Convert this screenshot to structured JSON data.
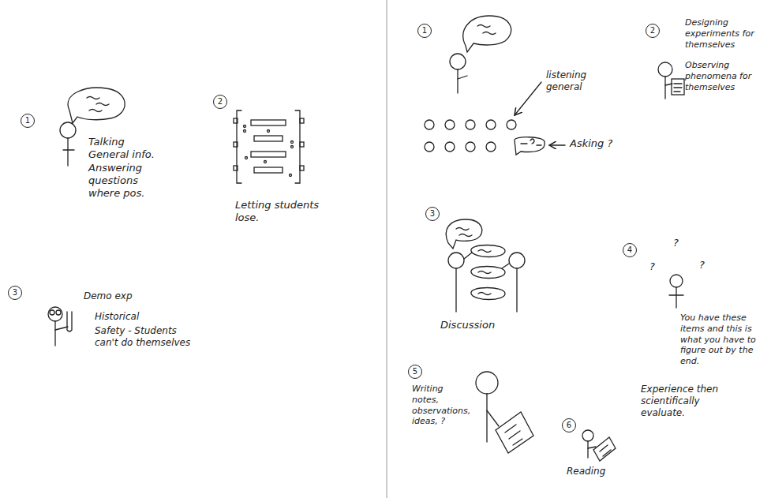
{
  "diagram": {
    "labels": [
      "1",
      "Talking General info. Answering questions where pos.",
      "2",
      "Letting students lose.",
      "3",
      "Demo exp",
      "Historical",
      "Safety - Students can't do themselves",
      "1",
      "listening general",
      "Asking ?",
      "2",
      "Designing experiments for themselves",
      "Observing phenomena for themselves",
      "3",
      "Discussion",
      "4",
      "?",
      "?",
      "?",
      "You have these items and this is what you have to figure out by the end.",
      "5",
      "Writing notes, observations, ideas, ?",
      "6",
      "Reading",
      "Experience then scientifically evaluate."
    ]
  }
}
